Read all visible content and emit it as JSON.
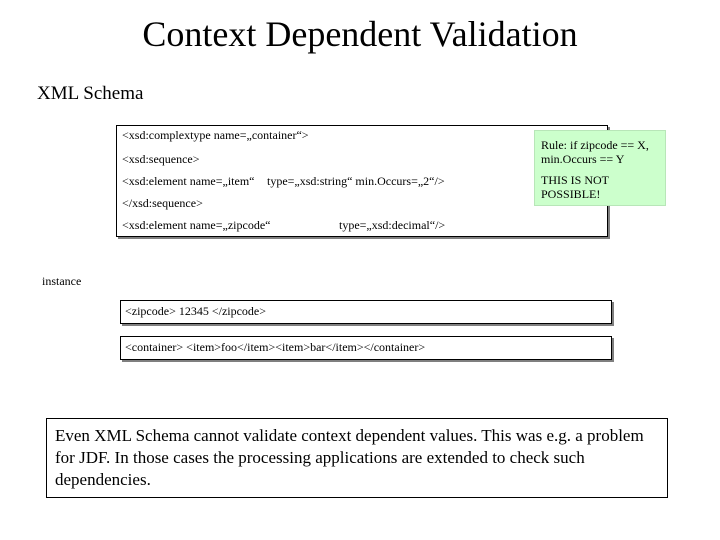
{
  "title": "Context Dependent Validation",
  "subtitle": "XML Schema",
  "schema": {
    "line1": "<xsd:complextype name=„container“>",
    "line2": "<xsd:sequence>",
    "line3a": "<xsd:element name=„item“",
    "line3b": "type=„xsd:string“ min.Occurs=„2“/>",
    "line4": "</xsd:sequence>",
    "line5a": "<xsd:element name=„zipcode“",
    "line5b": "type=„xsd:decimal“/>"
  },
  "note": {
    "rule": "Rule: if zipcode == X,\nmin.Occurs == Y",
    "warning": "THIS IS NOT\nPOSSIBLE!"
  },
  "instance": {
    "label": "instance",
    "zip_line": "<zipcode> 12345 </zipcode>",
    "container_line": "<container> <item>foo</item><item>bar</item></container>"
  },
  "summary": "Even XML Schema cannot validate context dependent values. This was e.g. a problem for JDF. In those cases the processing applications are extended to check such dependencies.",
  "colors": {
    "note_background": "#ccffcc",
    "highlight_ellipse": "#c4e8b4",
    "arrow": "#000000"
  }
}
